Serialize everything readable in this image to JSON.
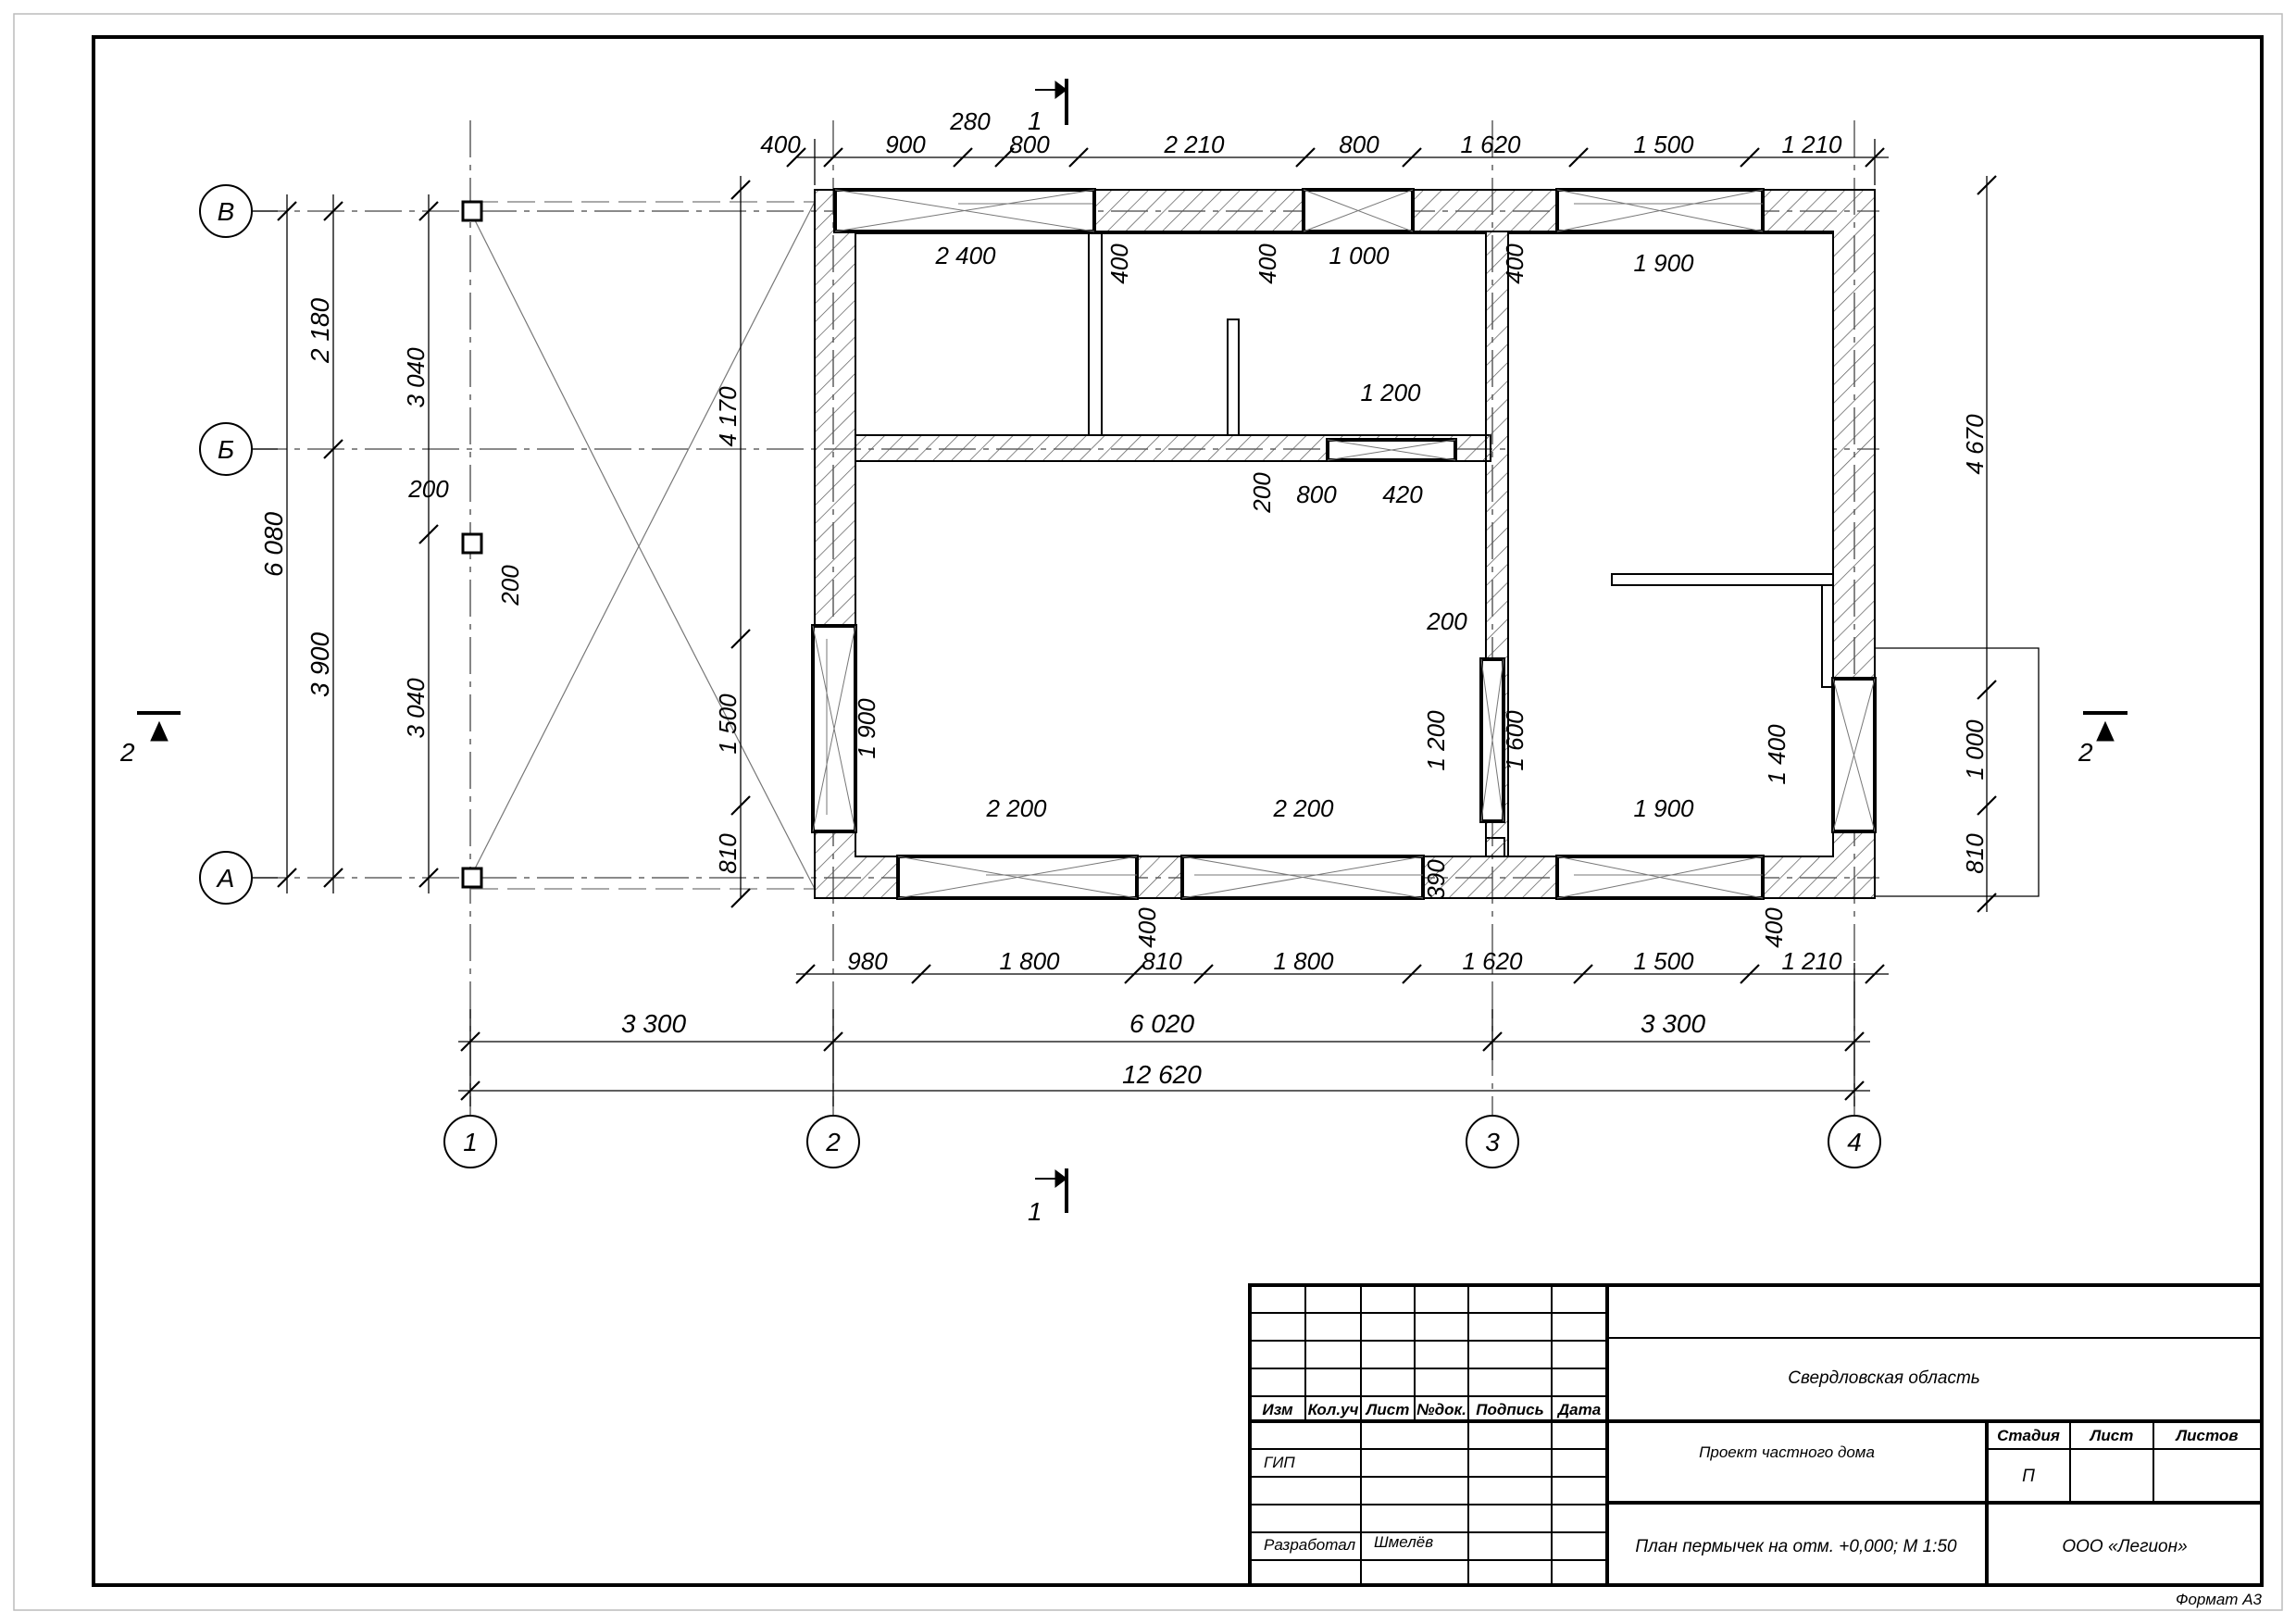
{
  "axes": {
    "rows": [
      "В",
      "Б",
      "А"
    ],
    "cols": [
      "1",
      "2",
      "3",
      "4"
    ]
  },
  "sections": {
    "s1_top": "1",
    "s1_bottom": "1",
    "s2_left": "2",
    "s2_right": "2"
  },
  "dims": {
    "top": [
      "400",
      "900",
      "280",
      "800",
      "2 210",
      "800",
      "1 620",
      "1 500",
      "1 210"
    ],
    "bottom_row1": [
      "980",
      "1 800",
      "810",
      "1 800",
      "1 620",
      "1 500",
      "1 210"
    ],
    "bottom_axes": [
      "3 300",
      "6 020",
      "3 300"
    ],
    "bottom_total": "12 620",
    "left_outer": "6 080",
    "left_mid": [
      "2 180",
      "3 900"
    ],
    "left_canopy": [
      "3 040",
      "3 040"
    ],
    "left_post": [
      "200",
      "200"
    ],
    "left_wall": [
      "4 170",
      "1 500",
      "810"
    ],
    "right_outer": "4 670",
    "right_lower": [
      "1 000",
      "810"
    ],
    "inner": {
      "room1_width": "2 400",
      "w400a": "400",
      "w400b": "400",
      "w1000": "1 000",
      "w400c": "400",
      "w1900_top": "1 900",
      "w1200": "1 200",
      "w200a": "200",
      "w800": "800",
      "w420": "420",
      "w200b": "200",
      "w1900_left": "1 900",
      "w2200a": "2 200",
      "w2200b": "2 200",
      "w1200_v": "1 200",
      "w1600_v": "1 600",
      "w1900_bottom": "1 900",
      "w1400_v": "1 400",
      "w400_bot_a": "400",
      "w390": "390",
      "w400_bot_b": "400"
    }
  },
  "title_block": {
    "headers": [
      "Изм",
      "Кол.уч",
      "Лист",
      "№док.",
      "Подпись",
      "Дата"
    ],
    "region": "Свердловская область",
    "project": "Проект частного дома",
    "stage_label": "Стадия",
    "sheet_label": "Лист",
    "sheets_label": "Листов",
    "stage": "П",
    "gip": "ГИП",
    "developed": "Разработал",
    "author": "Шмелёв",
    "drawing_title": "План пермычек на отм. +0,000; М 1:50",
    "company": "ООО «Легион»",
    "format": "Формат А3"
  }
}
